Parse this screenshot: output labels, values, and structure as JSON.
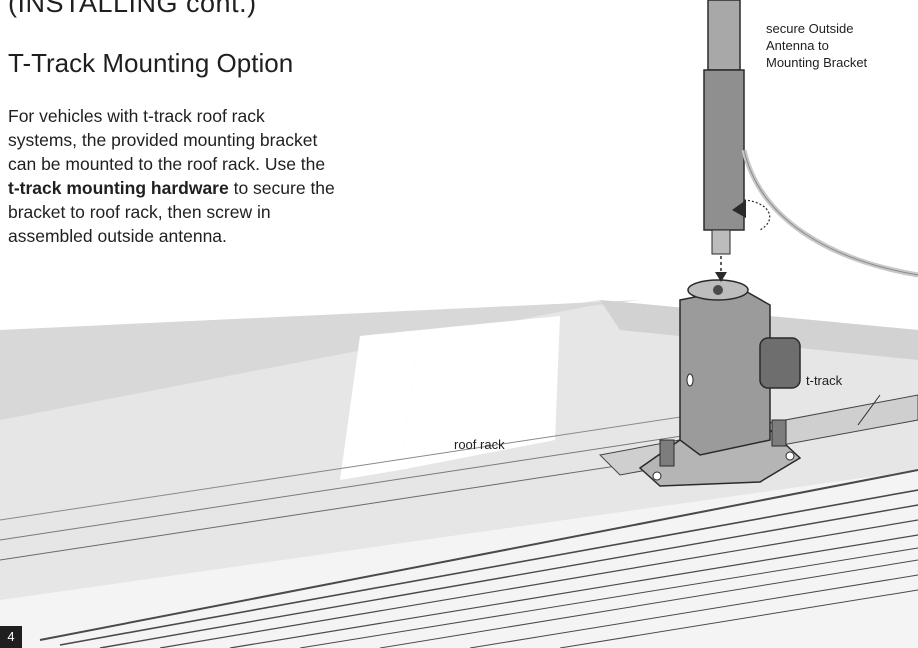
{
  "page": {
    "section_header": "(INSTALLING cont.)",
    "title": "T-Track Mounting Option",
    "instructions": {
      "part1": "For vehicles with t-track roof rack systems, the provided mounting bracket can be mounted to the roof rack. Use the ",
      "bold": "t-track mounting hardware",
      "part2": " to secure the bracket to roof rack, then screw in assembled outside antenna."
    },
    "page_number": "4"
  },
  "illustration": {
    "callouts": {
      "antenna_line1": "secure Outside",
      "antenna_line2": "Antenna to",
      "antenna_line3": "Mounting Bracket",
      "t_track": "t-track",
      "roof_rack": "roof rack"
    },
    "colors": {
      "rack_fill": "#dcdcdc",
      "rail_line": "#555555",
      "bracket_fill": "#9b9b9b",
      "antenna_fill": "#8f8f8f",
      "cable": "#c8c8c8"
    }
  }
}
